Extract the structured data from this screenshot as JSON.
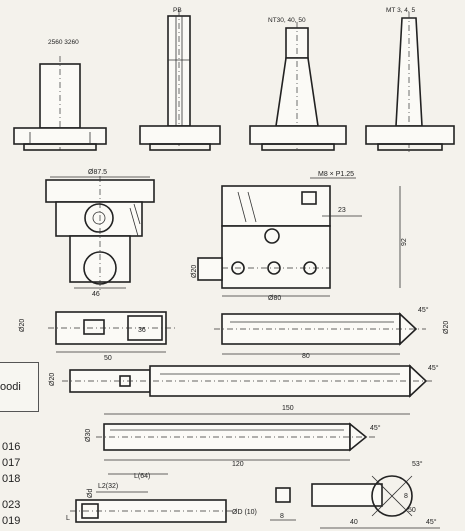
{
  "labels": {
    "tool_1": "2560\n3260",
    "tool_2": "PB",
    "tool_3": "NT30, 40, 50",
    "tool_4": "MT 3, 4, 5",
    "thread": "M8 × P1.25",
    "ang_45_a": "45°",
    "ang_45_b": "45°",
    "ang_45_c": "45°",
    "ang_45_d": "45°",
    "ang_53": "53°"
  },
  "dims": {
    "d_87_5": "Ø87.5",
    "d_46": "46",
    "d_23": "23",
    "d_92": "92",
    "d_20_a": "Ø20",
    "d_80_a": "Ø80",
    "d_20_b": "Ø20",
    "d_36": "36",
    "d_50": "50",
    "d_80_b": "80",
    "d_20_c": "Ø20",
    "d_20_d": "Ø20",
    "d_150": "150",
    "d_30": "Ø30",
    "d_120": "120",
    "d_l64": "L(64)",
    "d_l2": "L2(32)",
    "d_d1": "Ød",
    "d_10": "ØD (10)",
    "d_8a": "8",
    "d_40": "40",
    "d_8b": "8",
    "d_50b": "50",
    "d_l_small": "L"
  },
  "side_panel": {
    "title": "oodi",
    "codes": [
      "016",
      "017",
      "018",
      "023",
      "019"
    ]
  }
}
